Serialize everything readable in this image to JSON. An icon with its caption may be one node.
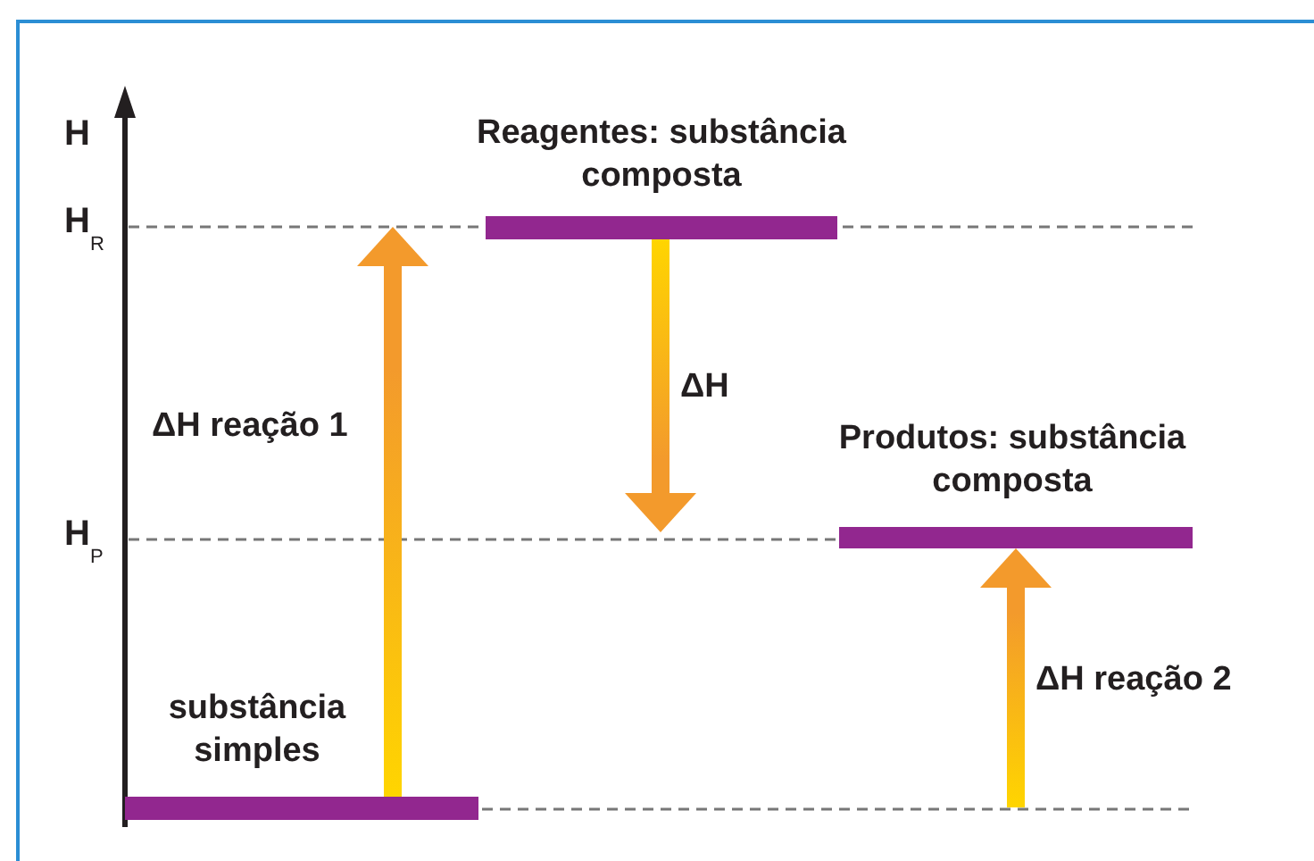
{
  "diagram": {
    "nodes": [
      {
        "text": [
          "substância simples"
        ]
      },
      {
        "text": [
          "Reagentes: substância composta"
        ]
      },
      {
        "text": [
          "Produtos: substância composta"
        ]
      }
    ],
    "edges": [
      {
        "from": 0,
        "to": null,
        "arrow": "to",
        "label": "ΔH reação 1"
      },
      {
        "from": 1,
        "to": null,
        "arrow": "to",
        "label": "ΔH"
      },
      {
        "from": null,
        "to": 2,
        "arrow": "to",
        "label": "ΔH reação 2"
      }
    ],
    "labels": [
      "H",
      "H$_{R}$",
      "H$_{P}$"
    ]
  }
}
